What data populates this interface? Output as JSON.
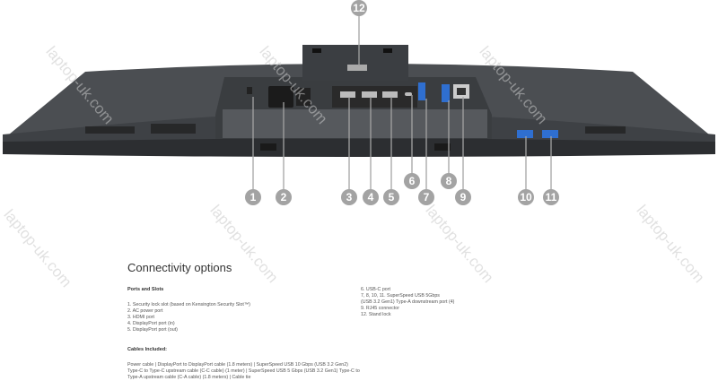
{
  "callouts": [
    "1",
    "2",
    "3",
    "4",
    "5",
    "6",
    "7",
    "8",
    "9",
    "10",
    "11",
    "12"
  ],
  "colors": {
    "body": "#4a4d50",
    "bezel": "#2e3033",
    "callout": "#a3a3a3",
    "usb_blue": "#2f6fd0"
  },
  "watermark": "laptop-uk.com",
  "section": {
    "title": "Connectivity options",
    "ports_heading": "Ports and Slots",
    "ports_left": [
      "1. Security lock slot (based on Kensington Security Slot™)",
      "2. AC power port",
      "3. HDMI port",
      "4. DisplayPort port (in)",
      "5. DisplayPort port (out)"
    ],
    "ports_right": [
      "6. USB-C port",
      "7, 8, 10, 11. SuperSpeed USB 5Gbps",
      "(USB 3.2 Gen1) Type-A downstream port (4)",
      "9. RJ45 connector",
      "12. Stand lock"
    ],
    "cables_heading": "Cables Included:",
    "cables": [
      "Power cable | DisplayPort to DisplayPort cable (1.8 meters) | SuperSpeed USB 10 Gbps (USB 3.2 Gen2)",
      "Type-C to Type-C upstream cable (C-C cable) (1 meter) | SuperSpeed USB 5 Gbps (USB 3.2 Gen1) Type-C to",
      "Type-A upstream cable (C-A cable) (1.8 meters) | Cable tie"
    ]
  }
}
